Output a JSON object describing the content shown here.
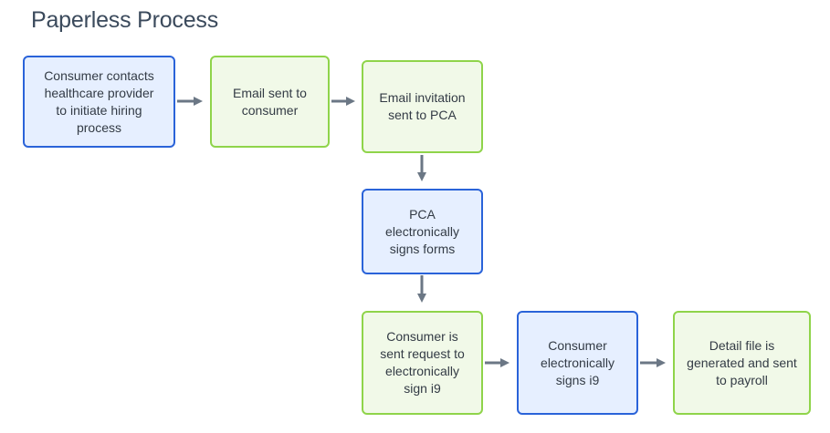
{
  "title": "Paperless Process",
  "colors": {
    "blue_fill": "#e6efff",
    "blue_border": "#2a63d9",
    "green_fill": "#f1f9e8",
    "green_border": "#8fd44a",
    "arrow": "#6b7785"
  },
  "steps": [
    {
      "label": "Consumer contacts\nhealthcare provider\nto initiate hiring\nprocess",
      "style": "blue"
    },
    {
      "label": "Email sent to\nconsumer",
      "style": "green"
    },
    {
      "label": "Email invitation\nsent to PCA",
      "style": "green"
    },
    {
      "label": "PCA\nelectronically\nsigns forms",
      "style": "blue"
    },
    {
      "label": "Consumer is\nsent request to\nelectronically\nsign i9",
      "style": "green"
    },
    {
      "label": "Consumer\nelectronically\nsigns i9",
      "style": "blue"
    },
    {
      "label": "Detail file is\ngenerated and sent\nto payroll",
      "style": "green"
    }
  ]
}
